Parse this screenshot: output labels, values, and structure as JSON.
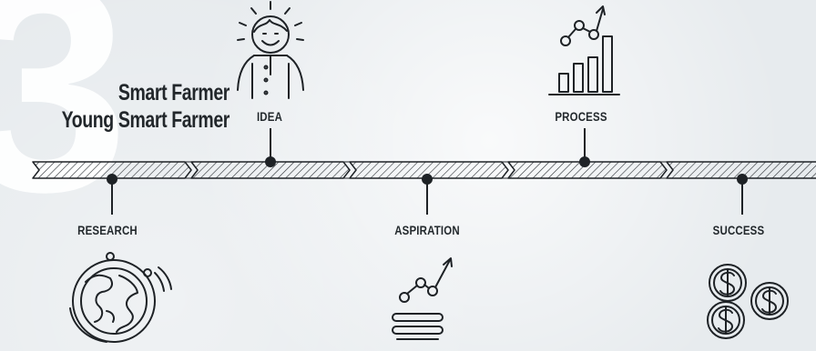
{
  "decor": {
    "big_number": "3"
  },
  "title": {
    "line1": "Smart Farmer",
    "line2": "Young Smart Farmer"
  },
  "stages": [
    {
      "label": "RESEARCH",
      "icon": "globe-icon"
    },
    {
      "label": "IDEA",
      "icon": "person-idea-icon"
    },
    {
      "label": "ASPIRATION",
      "icon": "growth-list-icon"
    },
    {
      "label": "PROCESS",
      "icon": "bar-chart-growth-icon"
    },
    {
      "label": "SUCCESS",
      "icon": "coins-icon"
    }
  ],
  "colors": {
    "background": "#e7ebee",
    "ink": "#1f2326",
    "number": "#ffffff"
  }
}
